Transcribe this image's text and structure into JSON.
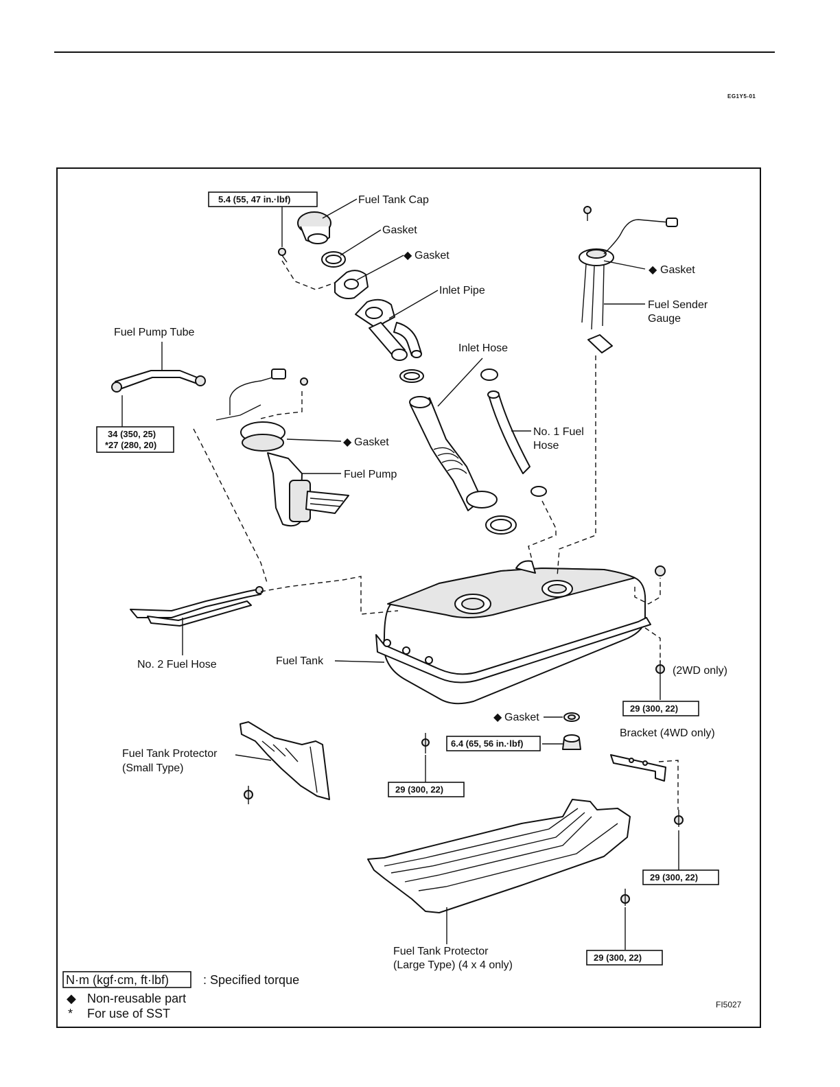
{
  "header": {
    "code": "EG1Y5-01"
  },
  "figure_code": "FI5027",
  "labels": {
    "fuel_tank_cap": "Fuel Tank Cap",
    "gasket_cap": "Gasket",
    "gasket_inlet": "Gasket",
    "inlet_pipe": "Inlet Pipe",
    "gasket_sender": "Gasket",
    "fuel_sender_gauge_1": "Fuel Sender",
    "fuel_sender_gauge_2": "Gauge",
    "fuel_pump_tube": "Fuel Pump Tube",
    "inlet_hose": "Inlet Hose",
    "gasket_pump": "Gasket",
    "fuel_pump": "Fuel Pump",
    "no1_fuel_hose_1": "No. 1 Fuel",
    "no1_fuel_hose_2": "Hose",
    "no2_fuel_hose": "No. 2 Fuel Hose",
    "fuel_tank": "Fuel Tank",
    "twowd_only": "(2WD only)",
    "gasket_drain": "Gasket",
    "bracket": "Bracket  (4WD only)",
    "protector_small_1": "Fuel Tank Protector",
    "protector_small_2": "(Small Type)",
    "protector_large_1": "Fuel Tank Protector",
    "protector_large_2": "(Large Type) (4 x 4 only)"
  },
  "torques": {
    "cap_bolt": "5.4 (55, 47 in.·lbf)",
    "pump_tube_1": "34 (350, 25)",
    "pump_tube_2": "*27 (280, 20)",
    "tank_2wd": "29 (300, 22)",
    "drain_plug": "6.4 (65, 56 in.·lbf)",
    "small_protector": "29 (300, 22)",
    "bracket_bolt": "29 (300, 22)",
    "large_protector": "29 (300, 22)"
  },
  "legend": {
    "torque_unit": "N·m (kgf·cm, ft·lbf)",
    "torque_desc": ":  Specified torque",
    "nonreusable_symbol": "◆",
    "nonreusable_desc": "Non-reusable part",
    "sst_symbol": "*",
    "sst_desc": "For use of SST"
  }
}
